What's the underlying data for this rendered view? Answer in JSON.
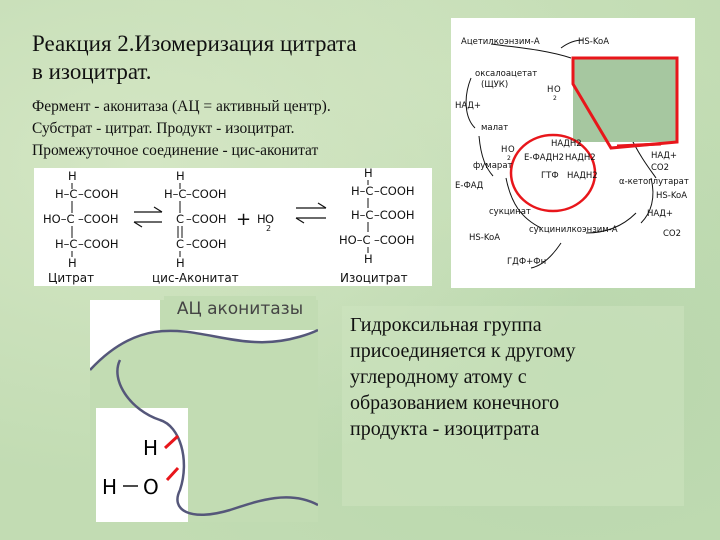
{
  "slide": {
    "title_line1": "Реакция 2.Изомеризация цитрата",
    "title_line2": "в изоцитрат.",
    "lines": [
      "Фермент - аконитаза (АЦ = активный центр).",
      "Субстрат - цитрат.  Продукт - изоцитрат.",
      "Промежуточное соединение - цис-аконитат"
    ]
  },
  "reaction": {
    "H": "H",
    "HO": "HO",
    "HC": "H–C",
    "HOC": "HO–C",
    "C": "C",
    "COOH": "–COOH",
    "plus": "+",
    "water_H": "H",
    "water_O": "O",
    "water_2": "2",
    "citrate": "Цитрат",
    "cis_aconitate": "цис-Аконитат",
    "isocitrate": "Изоцитрат"
  },
  "cycle": {
    "acetyl_coa": "Ацетилкоэнзим-А",
    "hs_coa_top": "HS-KoA",
    "oxaloacetate": "оксалоацетат",
    "oxaloacetate_abbr": "(ЩУК)",
    "nad_plus_left": "НАД+",
    "h2o_top_h": "H",
    "h2o_top_o": "O",
    "h2o_top_2": "2",
    "malate": "малат",
    "h2o_mid_h": "H",
    "h2o_mid_o": "O",
    "h2o_mid_2": "2",
    "fumarate": "фумарат",
    "e_fad": "Е-ФАД",
    "nadh2_1": "НАДН2",
    "e_fadh2": "Е-ФАДН2",
    "nadh2_2": "НАДН2",
    "gtf": "ГТФ",
    "nadh2_3": "НАДН2",
    "nad_plus_right": "НАД+",
    "co2_1": "CO2",
    "alpha_kg": "α-кетоглутарат",
    "hs_coa_right": "HS-KoA",
    "nad_plus_2": "НАД+",
    "succinate": "сукцинат",
    "succinyl_coa": "сукцинилкоэнзим-А",
    "co2_2": "CO2",
    "hs_coa_left": "HS-KoA",
    "gdf": "ГДФ+Фн"
  },
  "enzyme": {
    "label": "АЦ аконитазы",
    "atom_H": "H",
    "atom_H2": "H",
    "atom_O": "O"
  },
  "description": {
    "lines": [
      "Гидроксильная группа",
      "присоединяется к другому",
      "углеродному атому с",
      "образованием конечного",
      "продукта - изоцитрата"
    ]
  },
  "colors": {
    "highlight_red": "#e8161b",
    "background_green": "#c2dcb3"
  }
}
